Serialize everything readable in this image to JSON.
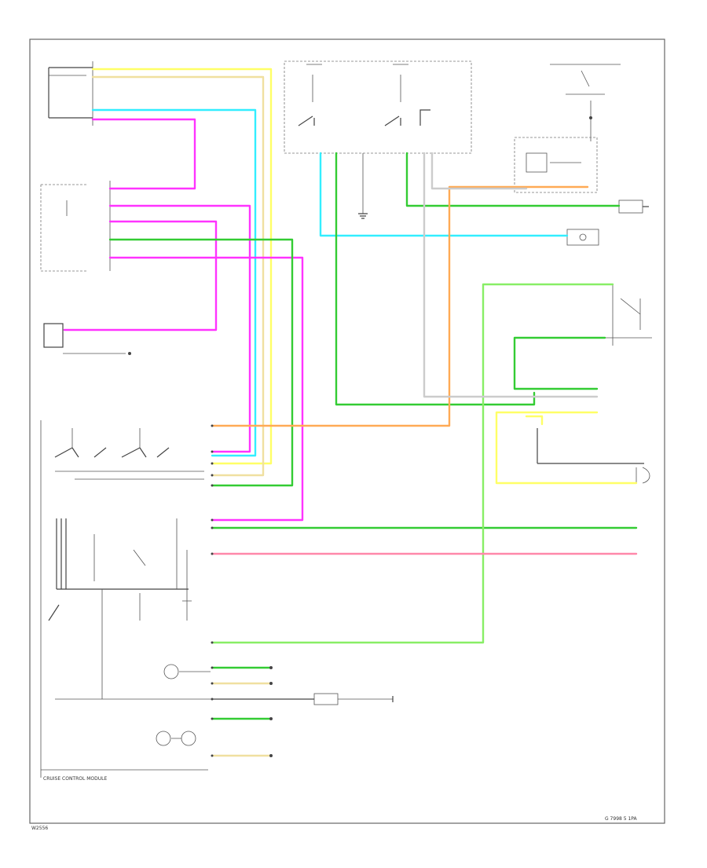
{
  "footer": {
    "left_code": "W2556",
    "right_code": "G 7998 5 1PA"
  },
  "labels": {
    "cruise_control_module": "CRUISE CONTROL MODULE"
  },
  "colors": {
    "pink": "#ff33ff",
    "yellow": "#ffff66",
    "tan": "#f0e0a0",
    "cyan": "#33eeff",
    "dark_green": "#33cc33",
    "light_green": "#88ee66",
    "orange": "#ffaa55",
    "pink_light": "#ff88aa",
    "outline": "#444444"
  }
}
